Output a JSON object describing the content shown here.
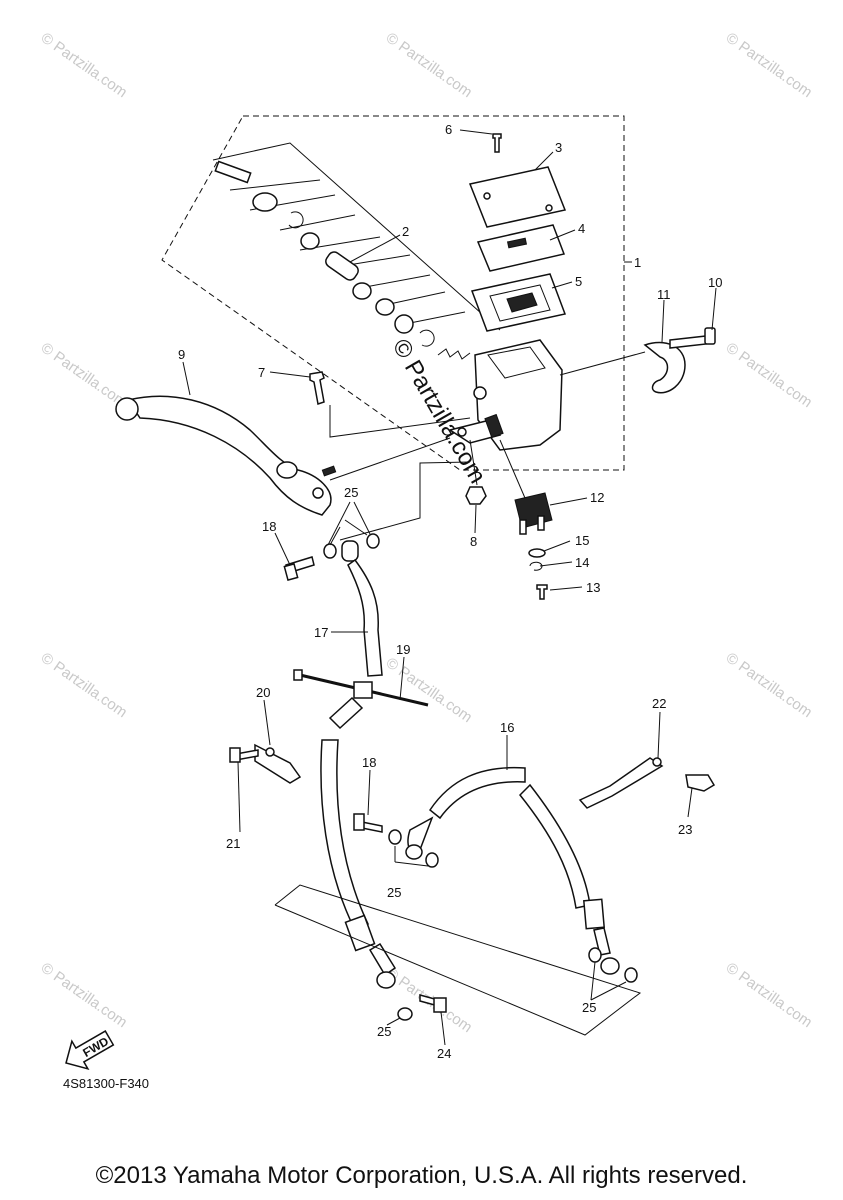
{
  "diagram": {
    "code": "4S81300-F340",
    "copyright": "©2013 Yamaha Motor Corporation, U.S.A. All rights reserved.",
    "fwd_label": "FWD",
    "watermark": "© Partzilla.com",
    "callouts": [
      "1",
      "2",
      "3",
      "4",
      "5",
      "6",
      "7",
      "8",
      "9",
      "10",
      "11",
      "12",
      "13",
      "14",
      "15",
      "16",
      "17",
      "18",
      "18",
      "19",
      "20",
      "21",
      "22",
      "23",
      "24",
      "25",
      "25",
      "25",
      "25"
    ]
  }
}
